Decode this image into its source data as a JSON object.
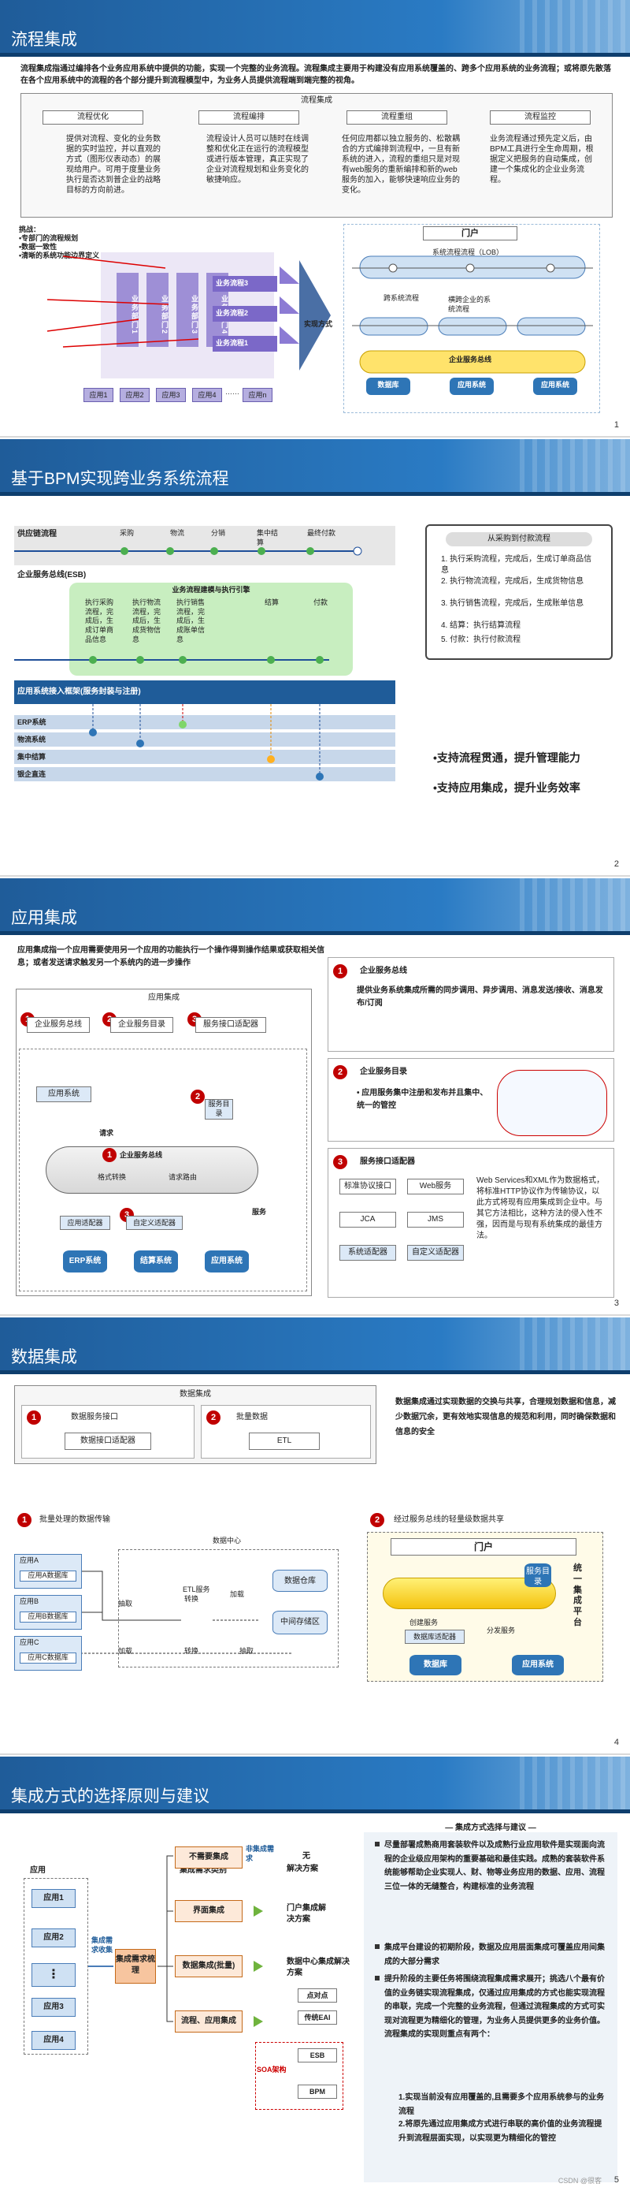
{
  "slide1": {
    "title": "流程集成",
    "intro": "流程集成指通过编排各个业务应用系统中提供的功能，实现一个完整的业务流程。流程集成主要用于构建没有应用系统覆盖的、跨多个应用系统的业务流程；或将原先散落在各个应用系统中的流程的各个部分提升到流程模型中，为业务人员提供流程端到端完整的视角。",
    "frame_label": "流程集成",
    "cols": [
      {
        "label": "流程优化",
        "text": "提供对流程、变化的业务数据的实时监控，并以直观的方式（图形仪表动态）的展现给用户。可用于度量业务执行是否达到普企业的战略目标的方向前进。"
      },
      {
        "label": "流程编排",
        "text": "流程设计人员可以随时在线调整和优化正在运行的流程模型或进行版本管理，真正实现了企业对流程规划和业务变化的敏捷响应。"
      },
      {
        "label": "流程重组",
        "text": "任何应用都以独立服务的、松散耦合的方式编排到流程中，一旦有新系统的进入，流程的重组只是对现有web服务的重新编排和新的web服务的加入，能够快速响应业务的变化。"
      },
      {
        "label": "流程监控",
        "text": "业务流程通过预先定义后，由BPM工具进行全生命周期，根据定义把服务的自动集成，创建一个集成化的企业业务流程。"
      }
    ],
    "challenge_title": "挑战：",
    "challenges": [
      "•专部门的流程规划",
      "•数据一致性",
      "•清晰的系统功能边界定义"
    ],
    "depts": [
      "业务部门1",
      "业务部门2",
      "业务部门3",
      "业务部门4"
    ],
    "flows": [
      "业务流程3",
      "业务流程2",
      "业务流程1"
    ],
    "apps": [
      "应用1",
      "应用2",
      "应用3",
      "应用4",
      "……",
      "应用n"
    ],
    "implement": "实现方式",
    "portal": "门户",
    "lob": "系统流程流程（LOB）",
    "cross": "跨系统流程",
    "enterprise": "横跨企业的系统流程",
    "esb": "企业服务总线",
    "bottom": [
      "数据库",
      "应用系统",
      "应用系统"
    ],
    "page": "1"
  },
  "slide2": {
    "title": "基于BPM实现跨业务系统流程",
    "supply": "供应链流程",
    "stages": [
      "采购",
      "物流",
      "分销",
      "集中结算",
      "最终付款"
    ],
    "esb": "企业服务总线(ESB)",
    "engine": "业务流程建模与执行引擎",
    "engine_items": [
      "执行采购流程，完成后，生成订单商品信息",
      "执行物流流程，完成后，生成货物信息",
      "执行销售流程，完成后，生成账单信息",
      "结算",
      "付款"
    ],
    "access": "应用系统接入框架(服务封装与注册)",
    "systems": [
      "ERP系统",
      "物流系统",
      "集中结算",
      "银企直连"
    ],
    "panel_title": "从采购到付款流程",
    "steps": [
      "1.  执行采购流程，完成后，生成订单商品信息",
      "2.  执行物流流程，完成后，生成货物信息",
      "3.  执行销售流程，完成后，生成账单信息",
      "4.  结算：执行结算流程",
      "5.  付款：执行付款流程"
    ],
    "benefit1": "•支持流程贯通，提升管理能力",
    "benefit2": "•支持应用集成，提升业务效率",
    "page": "2"
  },
  "slide3": {
    "title": "应用集成",
    "intro": "应用集成指一个应用需要使用另一个应用的功能执行一个操作得到操作结果或获取相关信息；或者发送请求触发另一个系统内的进一步操作",
    "frame_label": "应用集成",
    "items": [
      "企业服务总线",
      "企业服务目录",
      "服务接口适配器"
    ],
    "app_sys": "应用系统",
    "request": "请求",
    "dir": "服务目录",
    "bus": "企业服务总线",
    "format": "格式转换",
    "route": "请求路由",
    "service": "服务",
    "adapter": "应用适配器",
    "custom": "自定义适配器",
    "bottom": [
      "ERP系统",
      "结算系统",
      "应用系统"
    ],
    "r1_title": "企业服务总线",
    "r1_text": "提供业务系统集成所需的同步调用、异步调用、消息发送/接收、消息发布/订阅",
    "r2_title": "企业服务目录",
    "r2_text": "•  应用服务集中注册和发布并且集中、统一的管控",
    "r3_title": "服务接口适配器",
    "r3_grid": [
      "标准协议接口",
      "Web服务",
      "JCA",
      "JMS",
      "系统适配器",
      "自定义适配器"
    ],
    "r3_text": "Web Services和XML作为数据格式，将标准HTTP协议作为传输协议，以此方式将现有应用集成到企业中。与其它方法相比，这种方法的侵入性不强，因而是与现有系统集成的最佳方法。",
    "page": "3"
  },
  "slide4": {
    "title": "数据集成",
    "frame_label": "数据集成",
    "items": [
      "数据服务接口",
      "批量数据"
    ],
    "adapter": "数据接口适配器",
    "etl": "ETL",
    "intro": "数据集成通过实现数据的交换与共享，合理规划数据和信息，减少数据冗余，更有效地实现信息的规范和利用，同时确保数据和信息的安全",
    "left_title": "批量处理的数据传输",
    "center": "数据中心",
    "appA": "应用A",
    "dbA": "应用A数据库",
    "appB": "应用B",
    "dbB": "应用B数据库",
    "appC": "应用C",
    "dbC": "应用C数据库",
    "extract": "抽取",
    "load": "加载",
    "etl_service": "ETL服务",
    "convert": "转换",
    "warehouse": "数据仓库",
    "mid": "中间存储区",
    "right_title": "经过服务总线的轻量级数据共享",
    "portal": "门户",
    "dir": "服务目录",
    "create": "创建服务",
    "adapter2": "数据库适配器",
    "dist": "分发服务",
    "platform": "统一集成平台",
    "bottom": [
      "数据库",
      "应用系统"
    ],
    "page": "4"
  },
  "slide5": {
    "title": "集成方式的选择原则与建议",
    "apps_label": "应用",
    "apps": [
      "应用1",
      "应用2",
      "⋮",
      "应用3",
      "应用4"
    ],
    "collect": "集成需求收集",
    "sort": "集成需求梳理",
    "class_label": "集成需求类别",
    "solution_label": "解决方案",
    "cats": [
      "不需要集成",
      "界面集成",
      "数据集成(批量)",
      "流程、应用集成"
    ],
    "non_need": "非集成需求",
    "none": "无",
    "sol": [
      "门户集成解决方案",
      "数据中心集成解决方案"
    ],
    "pts": [
      "点对点",
      "传统EAI",
      "ESB",
      "BPM"
    ],
    "soa": "SOA架构",
    "panel_title": "— 集成方式选择与建议 —",
    "bullets": [
      "尽量部署成熟商用套装软件以及成熟行业应用软件是实现面向流程的企业级应用架构的重要基础和最佳实践。成熟的套装软件系统能够帮助企业实现人、财、物等业务应用的数据、应用、流程三位一体的无缝整合，构建标准的业务流程",
      "集成平台建设的初期阶段，数据及应用层面集成可覆盖应用间集成的大部分需求",
      "提升阶段的主要任务将围绕流程集成需求展开；挑选八个最有价值的业务链实现流程集成，仅通过应用集成的方式也能实现流程的串联，完成一个完整的业务流程，但通过流程集成的方式可实现对流程更为精细化的管理，为业务人员提供更多的业务价值。流程集成的实现则重点有两个："
    ],
    "sub": [
      "1.实现当前没有应用覆盖的,且需要多个应用系统参与的业务流程",
      "2.将原先通过应用集成方式进行串联的高价值的业务流程提升到流程层面实现，以实现更为精细化的管控"
    ],
    "page": "5",
    "watermark": "CSDN @很客"
  }
}
